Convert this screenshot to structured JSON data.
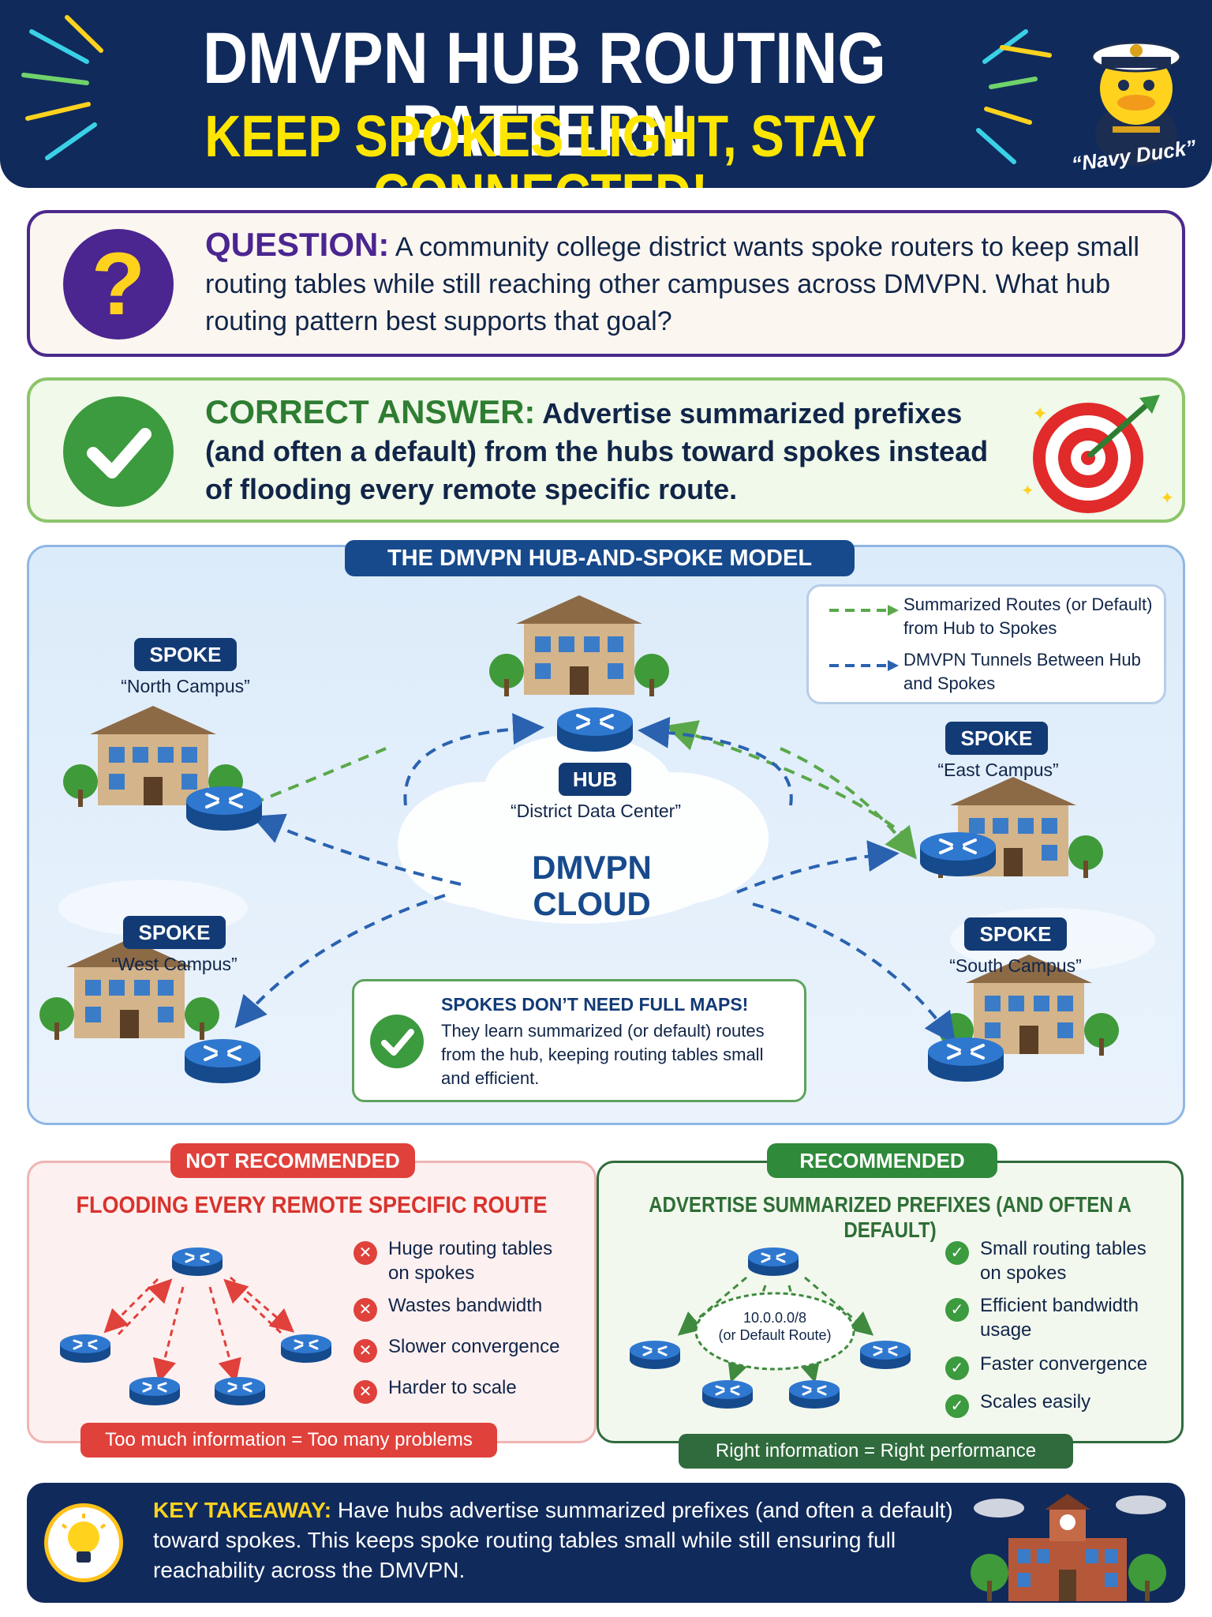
{
  "header": {
    "title": "DMVPN HUB ROUTING PATTERN",
    "subtitle": "KEEP SPOKES LIGHT, STAY CONNECTED!",
    "mascot_label": "“Navy Duck”"
  },
  "question": {
    "label": "QUESTION:",
    "text": "A community college district wants spoke routers to keep small routing tables while still reaching other campuses across DMVPN. What hub routing pattern best supports that goal?"
  },
  "answer": {
    "label": "CORRECT ANSWER:",
    "text": "Advertise summarized prefixes (and often a default) from the hubs toward spokes instead of flooding every remote specific route."
  },
  "diagram": {
    "title": "THE DMVPN HUB-AND-SPOKE MODEL",
    "legend": [
      {
        "text": "Summarized Routes (or Default) from Hub to Spokes",
        "color": "#5aa84a"
      },
      {
        "text": "DMVPN Tunnels Between Hub and Spokes",
        "color": "#2a62b0"
      }
    ],
    "hub": {
      "tag": "HUB",
      "name": "“District Data Center”"
    },
    "spokes": {
      "north": {
        "tag": "SPOKE",
        "name": "“North Campus”"
      },
      "east": {
        "tag": "SPOKE",
        "name": "“East Campus”"
      },
      "west": {
        "tag": "SPOKE",
        "name": "“West Campus”"
      },
      "south": {
        "tag": "SPOKE",
        "name": "“South Campus”"
      }
    },
    "cloud": {
      "line1": "DMVPN",
      "line2": "CLOUD"
    },
    "note": {
      "title": "SPOKES DON’T NEED FULL MAPS!",
      "body": "They learn summarized (or default) routes from the hub, keeping routing tables small and efficient."
    }
  },
  "comparison": {
    "bad": {
      "badge": "NOT RECOMMENDED",
      "title": "FLOODING EVERY REMOTE SPECIFIC ROUTE",
      "items": [
        "Huge routing tables on spokes",
        "Wastes bandwidth",
        "Slower convergence",
        "Harder to scale"
      ],
      "footer": "Too much information = Too many problems"
    },
    "good": {
      "badge": "RECOMMENDED",
      "title": "ADVERTISE SUMMARIZED PREFIXES (AND OFTEN A DEFAULT)",
      "summary_prefix": "10.0.0.0/8",
      "summary_note": "(or Default Route)",
      "items": [
        "Small routing tables on spokes",
        "Efficient bandwidth usage",
        "Faster convergence",
        "Scales easily"
      ],
      "footer": "Right information = Right performance"
    }
  },
  "takeaway": {
    "label": "KEY TAKEAWAY:",
    "text": "Have hubs advertise summarized prefixes (and often a default) toward spokes. This keeps spoke routing tables small while still ensuring full reachability across the DMVPN."
  },
  "colors": {
    "navy": "#102a5c",
    "yellow": "#ffe600",
    "purple": "#4b2590",
    "green": "#3c9a3f",
    "red": "#e0413b",
    "router_blue": "#1f5fae"
  }
}
